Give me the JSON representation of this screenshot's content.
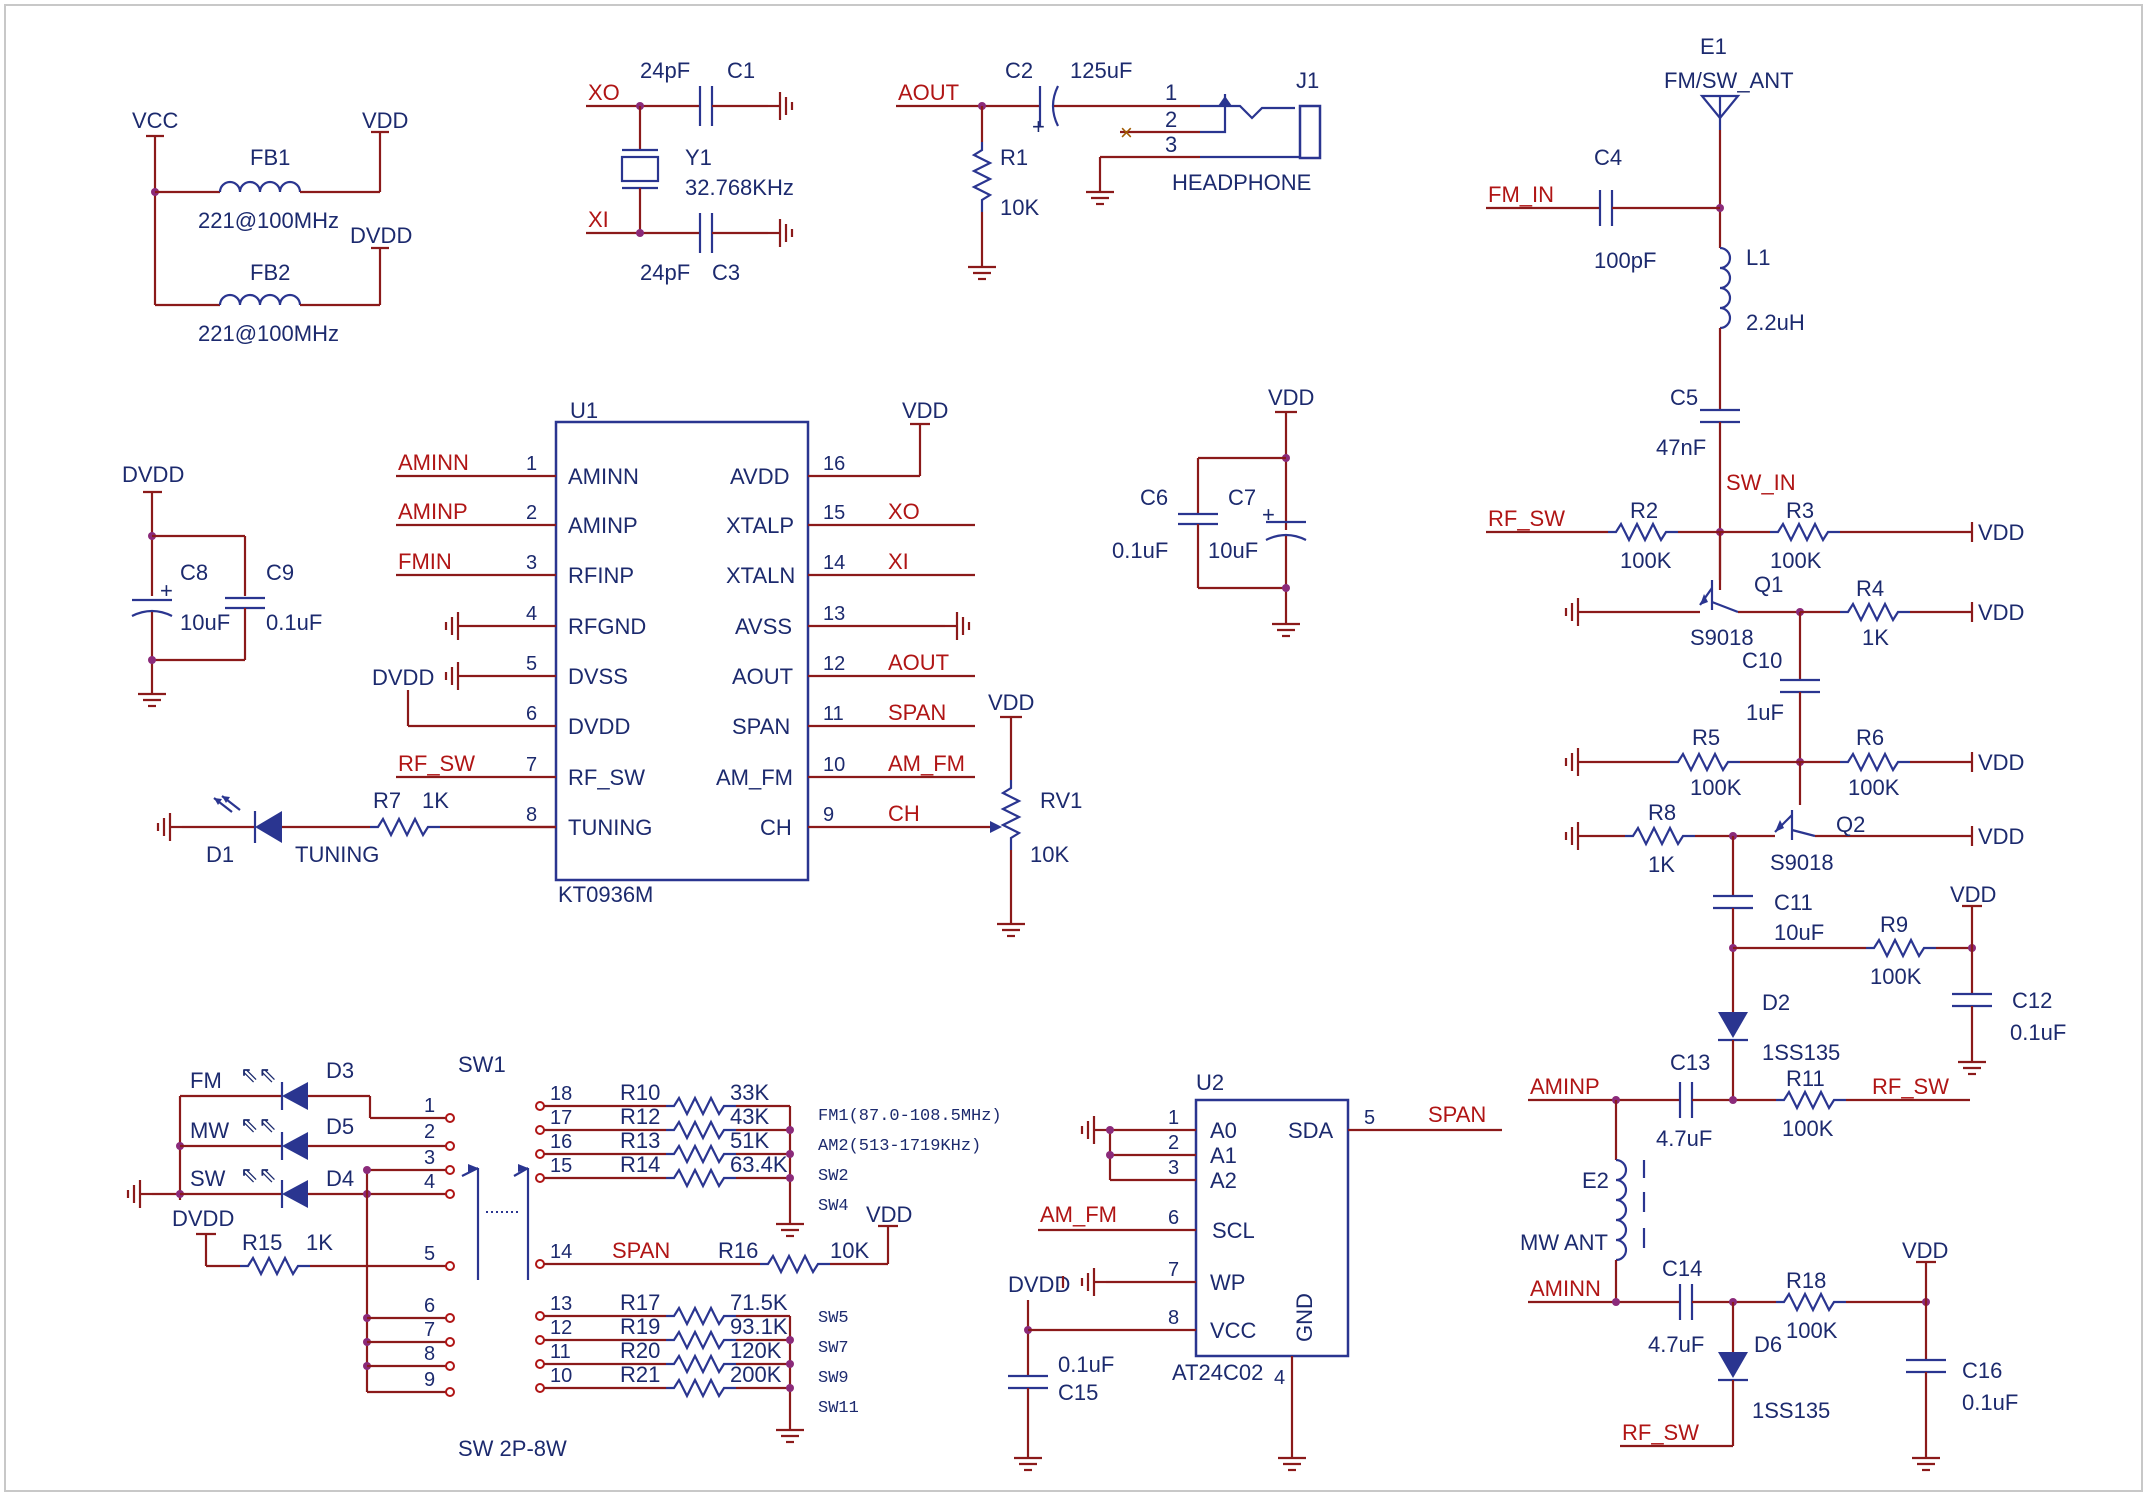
{
  "power": {
    "vcc": "VCC",
    "vdd": "VDD",
    "dvdd": "DVDD"
  },
  "fb": {
    "fb1": {
      "ref": "FB1",
      "val": "221@100MHz"
    },
    "fb2": {
      "ref": "FB2",
      "val": "221@100MHz"
    }
  },
  "xtal": {
    "xo": "XO",
    "xi": "XI",
    "c1": {
      "ref": "C1",
      "val": "24pF"
    },
    "c3": {
      "ref": "C3",
      "val": "24pF"
    },
    "y1": {
      "ref": "Y1",
      "val": "32.768KHz"
    }
  },
  "audio": {
    "aout": "AOUT",
    "c2": {
      "ref": "C2",
      "val": "125uF"
    },
    "r1": {
      "ref": "R1",
      "val": "10K"
    },
    "j1": {
      "ref": "J1",
      "name": "HEADPHONE",
      "pins": [
        "1",
        "2",
        "3"
      ]
    }
  },
  "antenna": {
    "e1": {
      "ref": "E1",
      "name": "FM/SW_ANT"
    },
    "fm_in": "FM_IN",
    "c4": {
      "ref": "C4",
      "val": "100pF"
    },
    "l1": {
      "ref": "L1",
      "val": "2.2uH"
    },
    "c5": {
      "ref": "C5",
      "val": "47nF"
    },
    "sw_in": "SW_IN"
  },
  "u1": {
    "ref": "U1",
    "part": "KT0936M",
    "left": [
      {
        "num": "1",
        "name": "AMINN",
        "net": "AMINN"
      },
      {
        "num": "2",
        "name": "AMINP",
        "net": "AMINP"
      },
      {
        "num": "3",
        "name": "RFINP",
        "net": "FMIN"
      },
      {
        "num": "4",
        "name": "RFGND",
        "net": ""
      },
      {
        "num": "5",
        "name": "DVSS",
        "net": "DVDD"
      },
      {
        "num": "6",
        "name": "DVDD",
        "net": ""
      },
      {
        "num": "7",
        "name": "RF_SW",
        "net": "RF_SW"
      },
      {
        "num": "8",
        "name": "TUNING",
        "net": ""
      }
    ],
    "right": [
      {
        "num": "16",
        "name": "AVDD",
        "net": "VDD"
      },
      {
        "num": "15",
        "name": "XTALP",
        "net": "XO"
      },
      {
        "num": "14",
        "name": "XTALN",
        "net": "XI"
      },
      {
        "num": "13",
        "name": "AVSS",
        "net": ""
      },
      {
        "num": "12",
        "name": "AOUT",
        "net": "AOUT"
      },
      {
        "num": "11",
        "name": "SPAN",
        "net": "SPAN"
      },
      {
        "num": "10",
        "name": "AM_FM",
        "net": "AM_FM"
      },
      {
        "num": "9",
        "name": "CH",
        "net": "CH"
      }
    ]
  },
  "decoup": {
    "c8": {
      "ref": "C8",
      "val": "10uF"
    },
    "c9": {
      "ref": "C9",
      "val": "0.1uF"
    },
    "c6": {
      "ref": "C6",
      "val": "0.1uF"
    },
    "c7": {
      "ref": "C7",
      "val": "10uF"
    }
  },
  "tuning": {
    "d1": "D1",
    "label": "TUNING",
    "r7": {
      "ref": "R7",
      "val": "1K"
    },
    "rv1": {
      "ref": "RV1",
      "val": "10K"
    }
  },
  "rf": {
    "rf_sw": "RF_SW",
    "r2": {
      "ref": "R2",
      "val": "100K"
    },
    "r3": {
      "ref": "R3",
      "val": "100K"
    },
    "q1": {
      "ref": "Q1",
      "part": "S9018"
    },
    "r4": {
      "ref": "R4",
      "val": "1K"
    },
    "c10": {
      "ref": "C10",
      "val": "1uF"
    },
    "r5": {
      "ref": "R5",
      "val": "100K"
    },
    "r6": {
      "ref": "R6",
      "val": "100K"
    },
    "r8": {
      "ref": "R8",
      "val": "1K"
    },
    "q2": {
      "ref": "Q2",
      "part": "S9018"
    },
    "c11": {
      "ref": "C11",
      "val": "10uF"
    },
    "r9": {
      "ref": "R9",
      "val": "100K"
    },
    "c12": {
      "ref": "C12",
      "val": "0.1uF"
    },
    "d2": {
      "ref": "D2",
      "part": "1SS135"
    },
    "aminp": "AMINP",
    "c13": {
      "ref": "C13",
      "val": "4.7uF"
    },
    "r11": {
      "ref": "R11",
      "val": "100K"
    },
    "e2": {
      "ref": "E2",
      "name": "MW ANT"
    },
    "aminn": "AMINN",
    "c14": {
      "ref": "C14",
      "val": "4.7uF"
    },
    "r18": {
      "ref": "R18",
      "val": "100K"
    },
    "d6": {
      "ref": "D6",
      "part": "1SS135"
    },
    "c16": {
      "ref": "C16",
      "val": "0.1uF"
    }
  },
  "sw1": {
    "ref": "SW1",
    "part": "SW 2P-8W",
    "leds": [
      {
        "ref": "D3",
        "name": "FM"
      },
      {
        "ref": "D5",
        "name": "MW"
      },
      {
        "ref": "D4",
        "name": "SW"
      }
    ],
    "r15": {
      "ref": "R15",
      "val": "1K"
    },
    "left_pins": [
      "1",
      "2",
      "3",
      "4",
      "5",
      "6",
      "7",
      "8",
      "9"
    ],
    "bands": [
      {
        "num": "18",
        "ref": "R10",
        "val": "33K",
        "note": "FM1(87.0-108.5MHz)"
      },
      {
        "num": "17",
        "ref": "R12",
        "val": "43K",
        "note": "AM2(513-1719KHz)"
      },
      {
        "num": "16",
        "ref": "R13",
        "val": "51K",
        "note": "SW2"
      },
      {
        "num": "15",
        "ref": "R14",
        "val": "63.4K",
        "note": "SW4"
      },
      {
        "num": "13",
        "ref": "R17",
        "val": "71.5K",
        "note": "SW5"
      },
      {
        "num": "12",
        "ref": "R19",
        "val": "93.1K",
        "note": "SW7"
      },
      {
        "num": "11",
        "ref": "R20",
        "val": "120K",
        "note": "SW9"
      },
      {
        "num": "10",
        "ref": "R21",
        "val": "200K",
        "note": "SW11"
      }
    ],
    "span_pin": "14",
    "span": "SPAN",
    "r16": {
      "ref": "R16",
      "val": "10K"
    }
  },
  "u2": {
    "ref": "U2",
    "part": "AT24C02",
    "pins": [
      {
        "num": "1",
        "name": "A0"
      },
      {
        "num": "2",
        "name": "A1"
      },
      {
        "num": "3",
        "name": "A2"
      },
      {
        "num": "6",
        "name": "SCL"
      },
      {
        "num": "7",
        "name": "WP"
      },
      {
        "num": "8",
        "name": "VCC"
      },
      {
        "num": "5",
        "name": "SDA"
      },
      {
        "num": "4",
        "name": "GND"
      }
    ],
    "am_fm": "AM_FM",
    "span": "SPAN",
    "c15": {
      "ref": "C15",
      "val": "0.1uF"
    }
  }
}
